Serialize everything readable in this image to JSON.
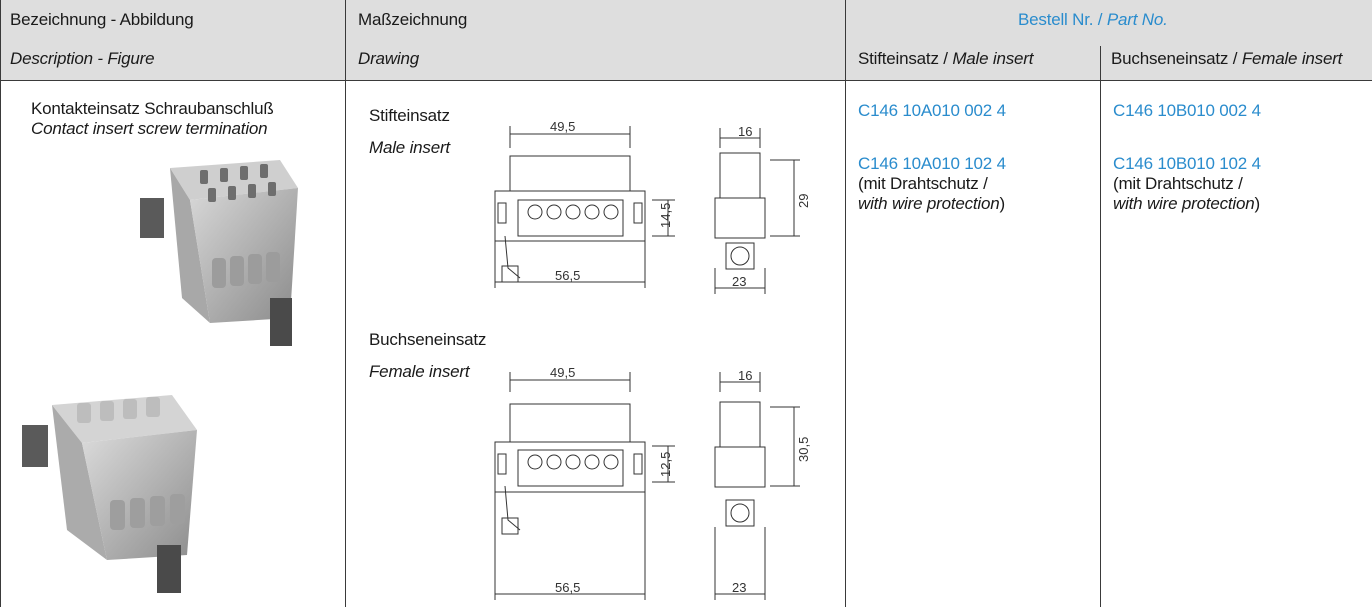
{
  "header": {
    "col1_de": "Bezeichnung - Abbildung",
    "col1_en": "Description - Figure",
    "col2_de": "Maßzeichnung",
    "col2_en": "Drawing",
    "col3_de": "Bestell Nr. /",
    "col3_en": "Part No.",
    "male_de": "Stifteinsatz /",
    "male_en": "Male insert",
    "female_de": "Buchseneinsatz /",
    "female_en": "Female insert"
  },
  "row": {
    "description_de": "Kontakteinsatz Schraubanschluß",
    "description_en": "Contact insert screw termination",
    "male_label_de": "Stifteinsatz",
    "male_label_en": "Male insert",
    "female_label_de": "Buchseneinsatz",
    "female_label_en": "Female insert",
    "male_part_1": "C146 10A010 002 4",
    "male_part_2": "C146 10A010 102 4",
    "female_part_1": "C146 10B010 002 4",
    "female_part_2": "C146 10B010 102 4",
    "note_de": "(mit Drahtschutz /",
    "note_en": "with wire protection",
    "note_close": ")"
  },
  "dimensions": {
    "male": {
      "width_top": "49,5",
      "width_bottom": "56,5",
      "height_inner": "14,5",
      "side_width_top": "16",
      "side_height": "29",
      "side_width_bottom": "23"
    },
    "female": {
      "width_top": "49,5",
      "width_bottom": "56,5",
      "height_inner": "12,5",
      "side_width_top": "16",
      "side_height": "30,5",
      "side_width_bottom": "23"
    }
  },
  "colors": {
    "accent": "#2a8ccd",
    "header_bg": "#dedede"
  }
}
